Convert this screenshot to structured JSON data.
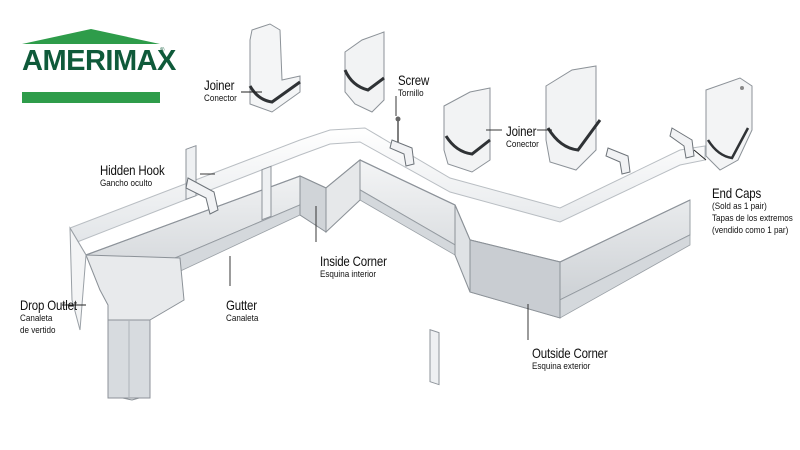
{
  "brand": {
    "name": "AMERIMAX",
    "trademark": "®",
    "primary_color": "#0f5a3a",
    "accent_color": "#2e9c4a"
  },
  "labels": {
    "joiner_left": {
      "en": "Joiner",
      "es": "Conector"
    },
    "screw": {
      "en": "Screw",
      "es": "Tornillo"
    },
    "joiner_right": {
      "en": "Joiner",
      "es": "Conector"
    },
    "hidden_hook": {
      "en": "Hidden Hook",
      "es": "Gancho oculto"
    },
    "end_caps": {
      "en": "End Caps",
      "note_en": "(Sold as 1 pair)",
      "es": "Tapas de los extremos",
      "note_es": "(vendido como 1 par)"
    },
    "inside_corner": {
      "en": "Inside Corner",
      "es": "Esquina interior"
    },
    "gutter": {
      "en": "Gutter",
      "es": "Canaleta"
    },
    "drop_outlet": {
      "en": "Drop Outlet",
      "es_line1": "Canaleta",
      "es_line2": "de vertido"
    },
    "outside_corner": {
      "en": "Outside Corner",
      "es": "Esquina exterior"
    }
  },
  "colors": {
    "gutter_face": "#e4e6e8",
    "gutter_light": "#f7f8f9",
    "gutter_shadow": "#c3c7cb",
    "outline": "#7a7f85",
    "dark_part": "#3a3d40"
  }
}
